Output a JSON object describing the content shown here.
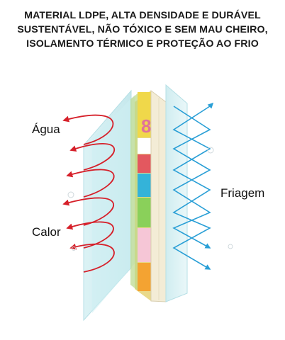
{
  "header": {
    "line1": "MATERIAL LDPE, ALTA DENSIDADE E DURÁVEL",
    "line2": "SUSTENTÁVEL, NÃO TÓXICO E SEM MAU CHEIRO,",
    "line3": "ISOLAMENTO TÉRMICO E PROTEÇÃO AO FRIO"
  },
  "labels": {
    "water": "Água",
    "heat": "Calor",
    "cold": "Friagem"
  },
  "mat_print": {
    "digit": "8"
  },
  "colors": {
    "red_arrow": "#d6202a",
    "blue_arrow": "#3aaee0",
    "glass": "#cfecf0",
    "foam": "#f3ecd6"
  }
}
